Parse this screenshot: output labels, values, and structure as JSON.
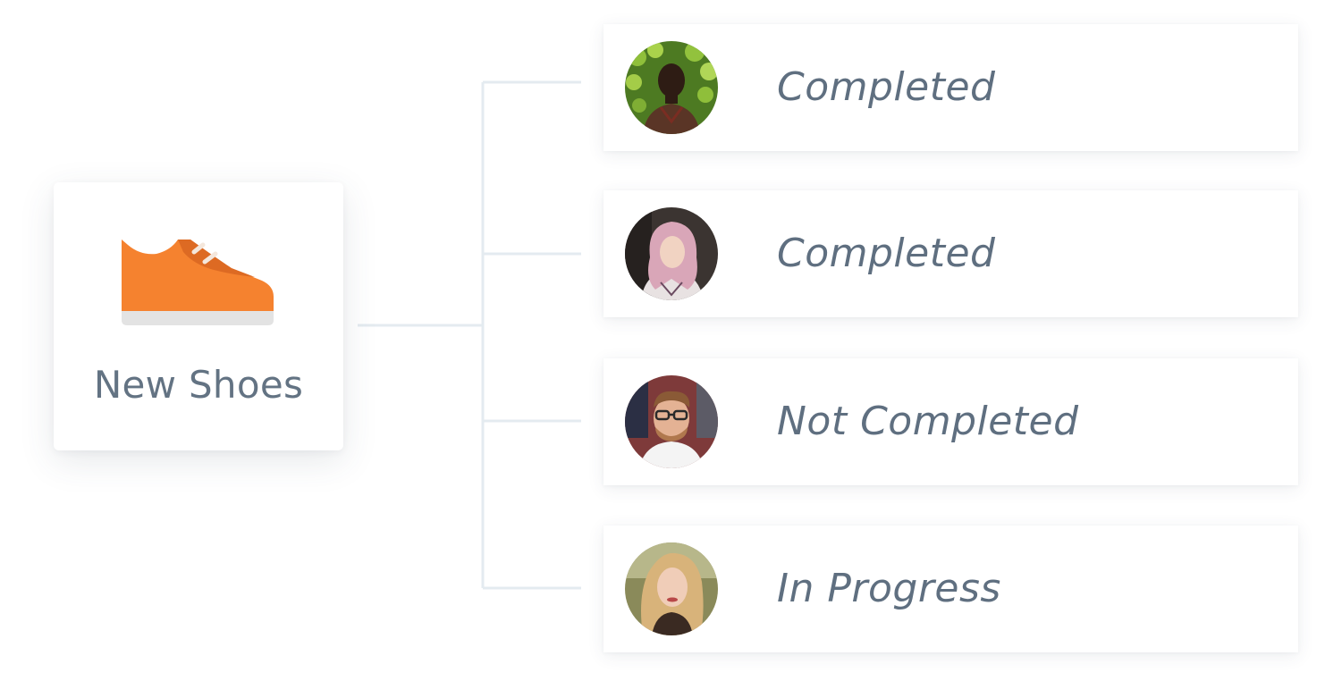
{
  "source": {
    "label": "New Shoes",
    "icon": "sneaker-icon",
    "icon_color": "#f5822f"
  },
  "entries": [
    {
      "status": "Completed",
      "avatar": "avatar-man-green-leaves"
    },
    {
      "status": "Completed",
      "avatar": "avatar-woman-pink-hijab"
    },
    {
      "status": "Not Completed",
      "avatar": "avatar-man-glasses"
    },
    {
      "status": "In Progress",
      "avatar": "avatar-woman-blonde"
    }
  ],
  "colors": {
    "text": "#5f6f80",
    "connector": "#e4ebf0",
    "accent": "#f5822f"
  }
}
